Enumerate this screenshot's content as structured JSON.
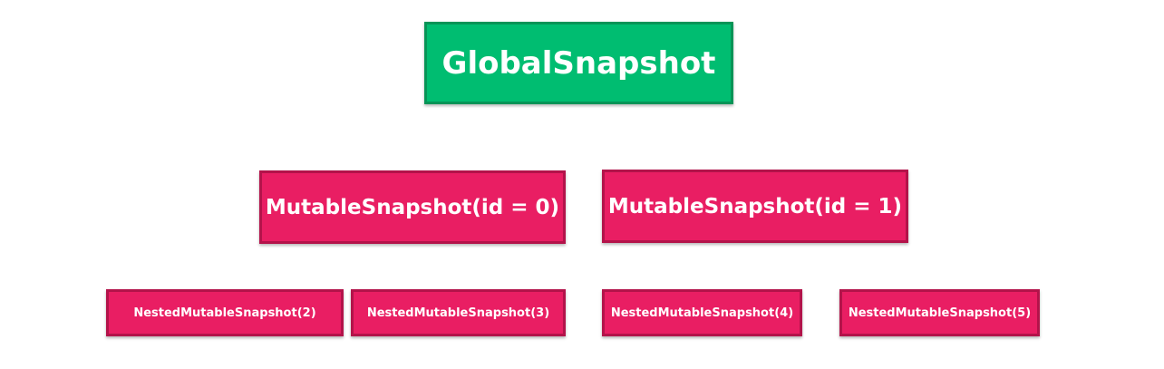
{
  "diagram": {
    "root": {
      "label": "GlobalSnapshot"
    },
    "mutable": [
      {
        "label": "MutableSnapshot(id = 0)"
      },
      {
        "label": "MutableSnapshot(id = 1)"
      }
    ],
    "nested": [
      {
        "label": "NestedMutableSnapshot(2)"
      },
      {
        "label": "NestedMutableSnapshot(3)"
      },
      {
        "label": "NestedMutableSnapshot(4)"
      },
      {
        "label": "NestedMutableSnapshot(5)"
      }
    ],
    "colors": {
      "root_fill": "#00bd71",
      "root_border": "#079457",
      "snapshot_fill": "#e91e63",
      "snapshot_border": "#b3134a",
      "text": "#ffffff"
    }
  }
}
